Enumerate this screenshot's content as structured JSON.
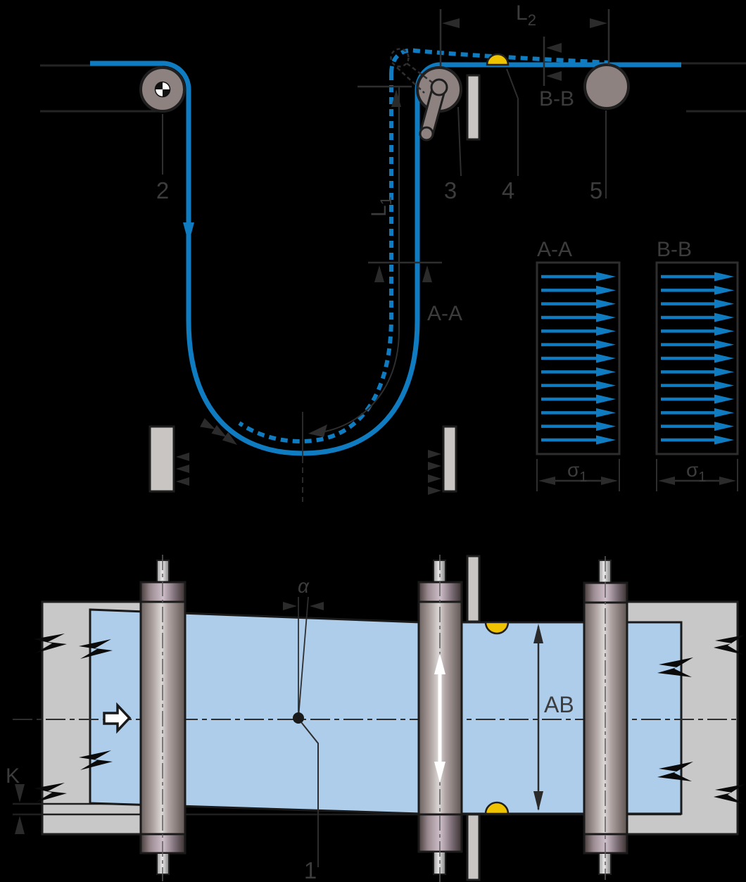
{
  "diagram_title": "web-tension-dancer-and-guide-roller-schematic",
  "colors": {
    "background": "#000000",
    "web_line_blue": "#0f7bc0",
    "web_fill_blue": "#aecdeb",
    "sensor_yellow": "#f0c300",
    "roller_gray": "#8d8280",
    "panel_gray": "#c9c5c2",
    "band_gray": "#c8c8c8",
    "line_dark": "#2e2e2e",
    "outline_dark": "#1f1f1f",
    "text_gray": "#3c3c3c",
    "white": "#ffffff"
  },
  "side_view": {
    "roller_2_label": "2",
    "roller_3_label": "3",
    "sensor_4_label": "4",
    "roller_5_label": "5",
    "dim_l1_main": "L",
    "dim_l1_sub": "1",
    "dim_l2_main": "L",
    "dim_l2_sub": "2",
    "section_aa_marker": "A-A",
    "section_bb_marker": "B-B"
  },
  "stress_sections": [
    {
      "title": "A-A",
      "arrow_count": 13,
      "sigma_main": "σ",
      "sigma_sub": "1"
    },
    {
      "title": "B-B",
      "arrow_count": 13,
      "sigma_main": "σ",
      "sigma_sub": "1"
    }
  ],
  "plan_view": {
    "angle_label": "α",
    "web_width_label": "AB",
    "offset_label": "K",
    "item_1_label": "1"
  }
}
